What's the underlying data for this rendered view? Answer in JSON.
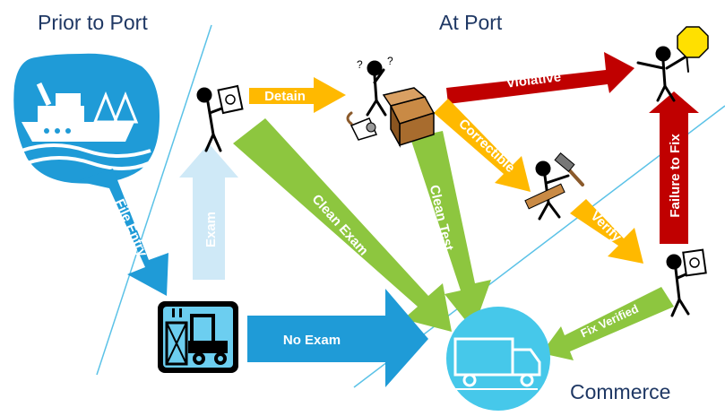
{
  "headings": {
    "prior_to_port": "Prior to Port",
    "at_port": "At Port",
    "commerce": "Commerce"
  },
  "arrows": {
    "file_entry": "File Entry",
    "exam": "Exam",
    "detain": "Detain",
    "violative": "Violative",
    "correctible": "Correctible",
    "verify": "Verify",
    "failure_to_fix": "Failure to Fix",
    "clean_exam": "Clean Exam",
    "clean_test": "Clean Test",
    "no_exam": "No Exam",
    "fix_verified": "Fix Verified"
  },
  "colors": {
    "heading": "#1f3864",
    "blue": "#1f9bd7",
    "light_blue": "#cfe9f7",
    "green": "#8dc63f",
    "orange": "#ffb900",
    "red": "#c00000",
    "truck": "#46c8ea",
    "stop_sign": "#ffe000"
  },
  "icons": [
    "ship-icon",
    "inspector-icon",
    "confused-inspector-icon",
    "open-box-icon",
    "hammer-worker-icon",
    "stop-sign-figure-icon",
    "verify-inspector-icon",
    "warehouse-forklift-icon",
    "delivery-truck-icon"
  ]
}
